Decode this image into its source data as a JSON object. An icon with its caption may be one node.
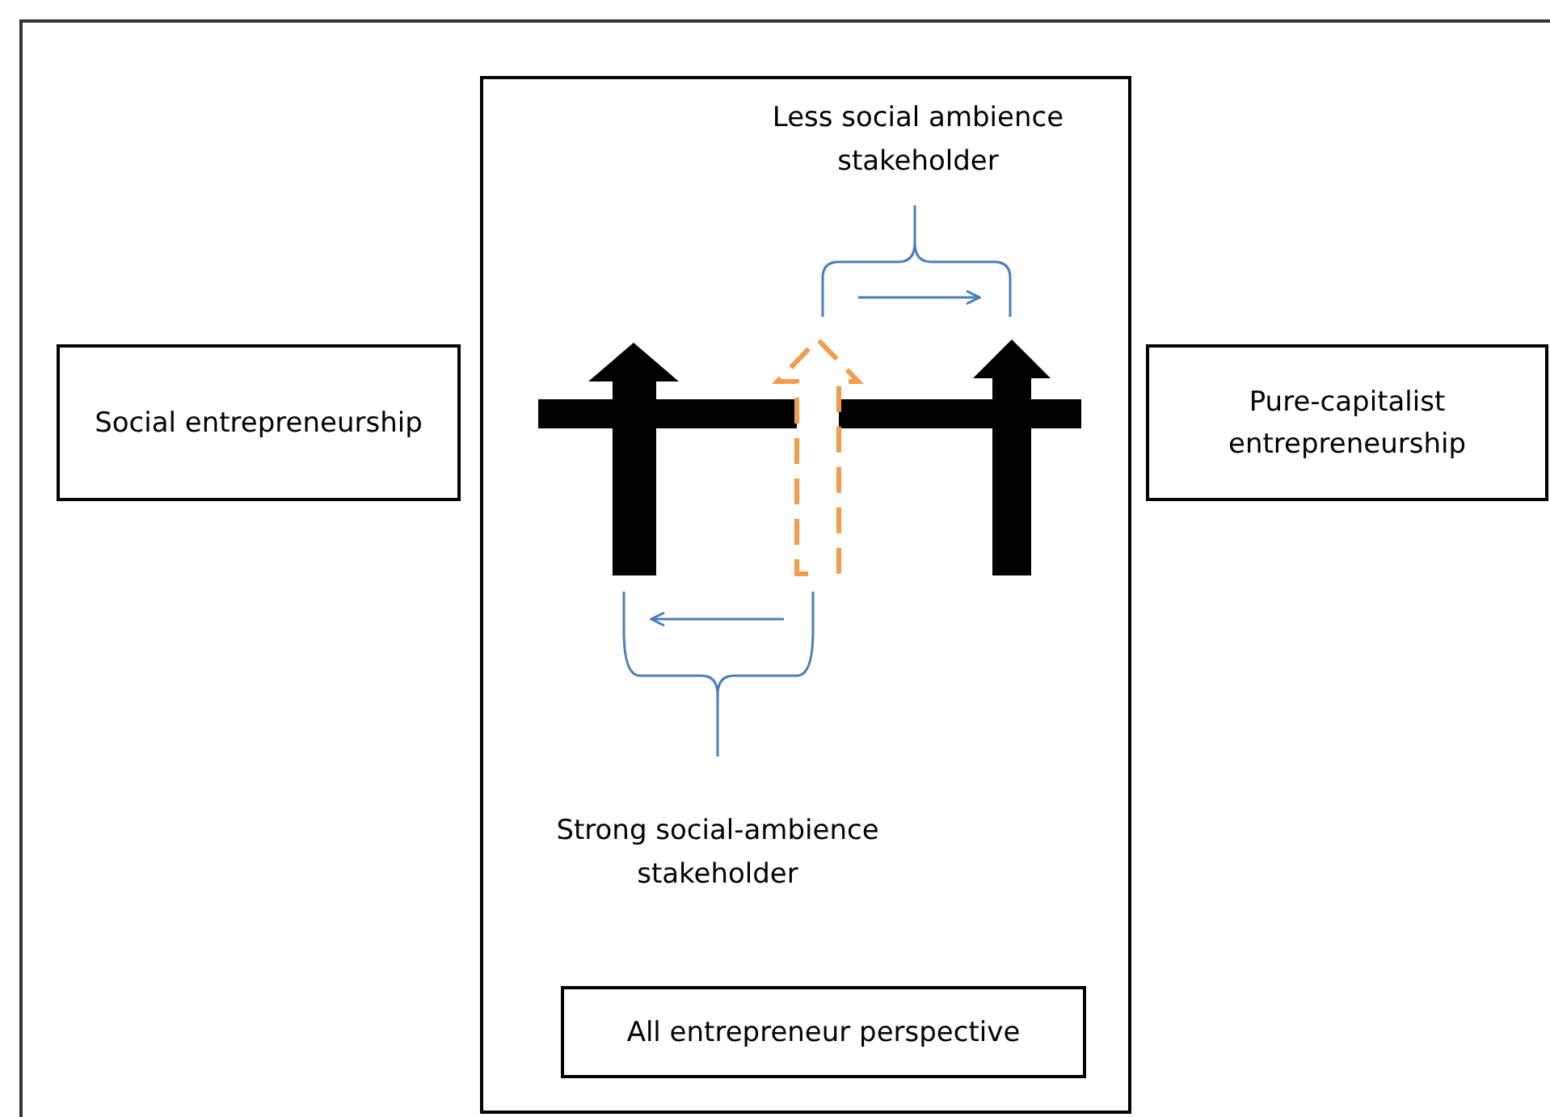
{
  "diagram": {
    "nodes": [
      {
        "text": [
          "Social entrepreneurship"
        ]
      },
      {
        "text": [],
        "shape": "box"
      },
      {
        "text": [
          "Pure-capitalist entrepreneurship"
        ]
      },
      {
        "text": [
          "All entrepreneur perspective"
        ],
        "in": 1
      }
    ],
    "labels": [
      "Less social ambience stakeholder",
      "Strong social-ambience stakeholder"
    ]
  }
}
